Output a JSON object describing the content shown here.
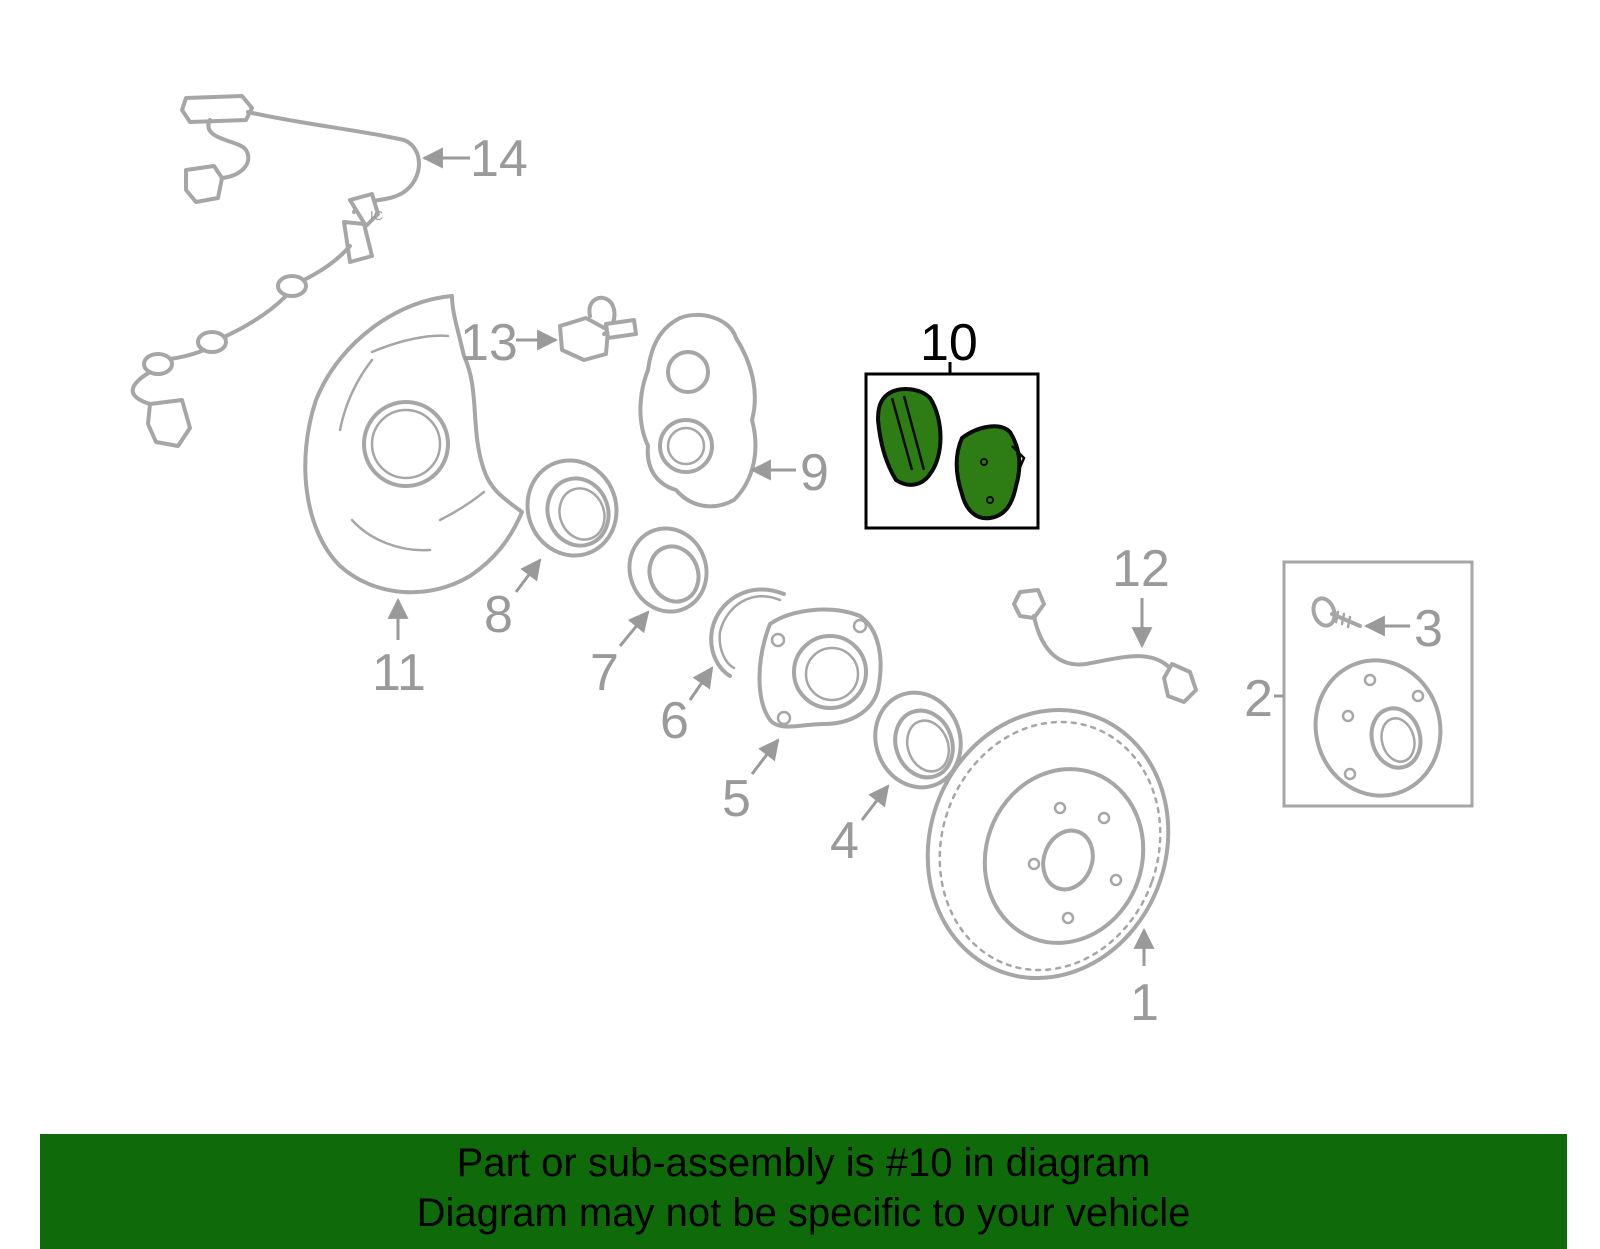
{
  "diagram": {
    "highlight_color": "#2e7d14",
    "part_color": "#a6a6a6",
    "callouts": [
      {
        "id": "1",
        "label": "1"
      },
      {
        "id": "2",
        "label": "2"
      },
      {
        "id": "3",
        "label": "3"
      },
      {
        "id": "4",
        "label": "4"
      },
      {
        "id": "5",
        "label": "5"
      },
      {
        "id": "6",
        "label": "6"
      },
      {
        "id": "7",
        "label": "7"
      },
      {
        "id": "8",
        "label": "8"
      },
      {
        "id": "9",
        "label": "9"
      },
      {
        "id": "10",
        "label": "10",
        "highlighted": true
      },
      {
        "id": "11",
        "label": "11"
      },
      {
        "id": "12",
        "label": "12"
      },
      {
        "id": "13",
        "label": "13"
      },
      {
        "id": "14",
        "label": "14"
      }
    ],
    "sensor_text": "IC"
  },
  "banner": {
    "background": "#0f6b09",
    "line1": "Part or sub-assembly is #10 in diagram",
    "line2": "Diagram may not be specific to your vehicle"
  }
}
